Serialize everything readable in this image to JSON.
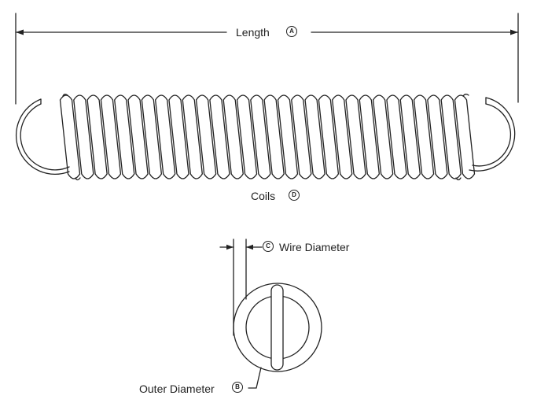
{
  "labels": {
    "length": "Length",
    "coils": "Coils",
    "wire_diameter": "Wire Diameter",
    "outer_diameter": "Outer Diameter"
  },
  "badges": {
    "a": "A",
    "b": "B",
    "c": "C",
    "d": "D"
  },
  "colors": {
    "stroke": "#222222",
    "background": "#ffffff"
  },
  "coil_count_drawn": 30
}
